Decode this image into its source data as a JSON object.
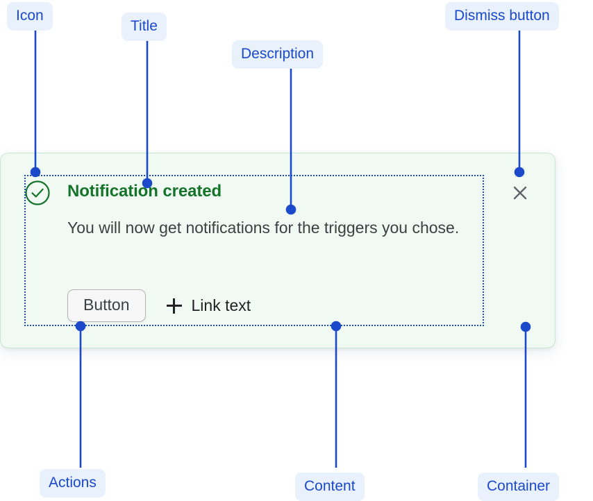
{
  "annotations": {
    "icon": {
      "label": "Icon"
    },
    "title": {
      "label": "Title"
    },
    "description": {
      "label": "Description"
    },
    "dismiss": {
      "label": "Dismiss button"
    },
    "actions": {
      "label": "Actions"
    },
    "content": {
      "label": "Content"
    },
    "container": {
      "label": "Container"
    }
  },
  "alert": {
    "status_icon": "check-circle-icon",
    "title": "Notification created",
    "description": "You will now get notifications for the triggers you chose.",
    "actions": {
      "button_label": "Button",
      "link_icon": "plus-icon",
      "link_label": "Link text"
    },
    "dismiss_icon": "close-icon"
  },
  "colors": {
    "annotation_blue": "#1a49c9",
    "annotation_pill_bg": "#e9f1fd",
    "alert_bg": "#f1f9f3",
    "alert_border": "#c9e6cf",
    "success_green": "#147329",
    "text_gray": "#3c4043",
    "dismiss_gray": "#5f6368",
    "button_bg": "#f7f7f7",
    "button_border": "#b4b4b4"
  }
}
